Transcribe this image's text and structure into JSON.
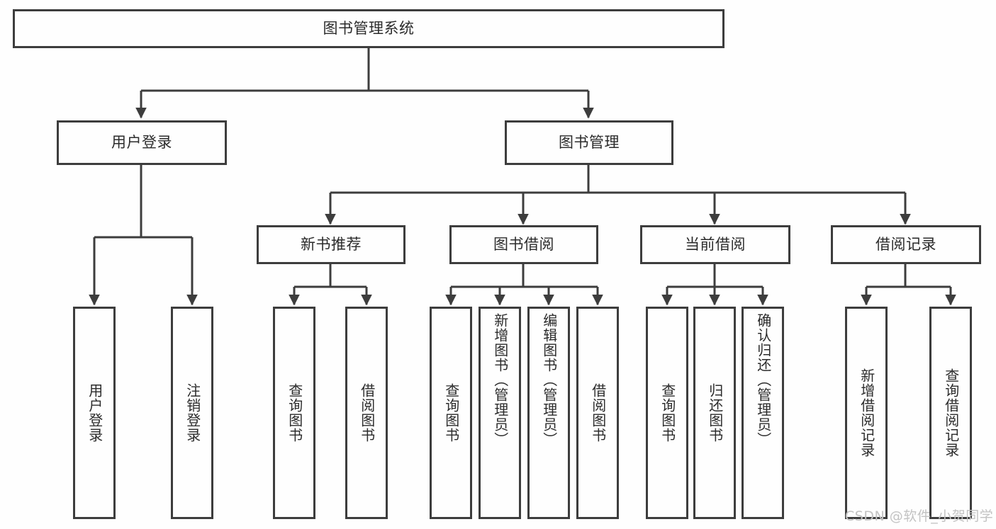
{
  "diagram": {
    "type": "tree-hierarchy-chart",
    "title": "图书管理系统",
    "colors": {
      "background": "#fefefe",
      "border": "#3d3d3d",
      "text": "#2b2b2b",
      "connector": "#3d3d3d",
      "watermark": "#c3c3c3"
    },
    "root": {
      "label": "图书管理系统"
    },
    "level2": [
      {
        "label": "用户登录"
      },
      {
        "label": "图书管理"
      }
    ],
    "level3": [
      {
        "label": "新书推荐"
      },
      {
        "label": "图书借阅"
      },
      {
        "label": "当前借阅"
      },
      {
        "label": "借阅记录"
      }
    ],
    "leaves": {
      "user_login": [
        {
          "label": "用户登录"
        },
        {
          "label": "注销登录"
        }
      ],
      "new_book_recommend": [
        {
          "label": "查询图书"
        },
        {
          "label": "借阅图书"
        }
      ],
      "book_borrow": [
        {
          "label": "查询图书"
        },
        {
          "label": "新增图书（管理员）"
        },
        {
          "label": "编辑图书（管理员）"
        },
        {
          "label": "借阅图书"
        }
      ],
      "current_borrow": [
        {
          "label": "查询图书"
        },
        {
          "label": "归还图书"
        },
        {
          "label": "确认归还（管理员）"
        }
      ],
      "borrow_record": [
        {
          "label": "新增借阅记录"
        },
        {
          "label": "查询借阅记录"
        }
      ]
    }
  },
  "watermark": {
    "text": "CSDN @软件_小贺同学"
  }
}
